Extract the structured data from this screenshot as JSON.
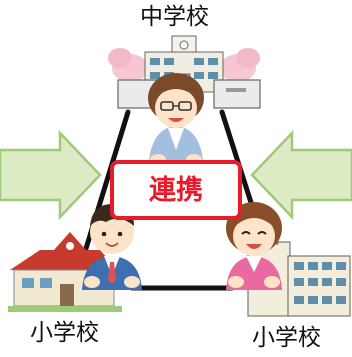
{
  "labels": {
    "top_school": "中学校",
    "left_school": "小学校",
    "right_school": "小学校",
    "center": "連携"
  },
  "colors": {
    "arrow_fill": "#dcebc4",
    "arrow_stroke": "#9ecb78",
    "connector": "#111111",
    "center_accent": "#e81b2b",
    "blossom": "#f6c7d2",
    "roof_red": "#c73a2e"
  },
  "icons": {
    "top_building": "middle-school-building-illustration",
    "left_building": "elementary-school-building-illustration",
    "right_building": "elementary-school-building-illustration",
    "top_person": "female-teacher-illustration",
    "left_person": "male-teacher-illustration",
    "right_person": "female-teacher-illustration"
  }
}
